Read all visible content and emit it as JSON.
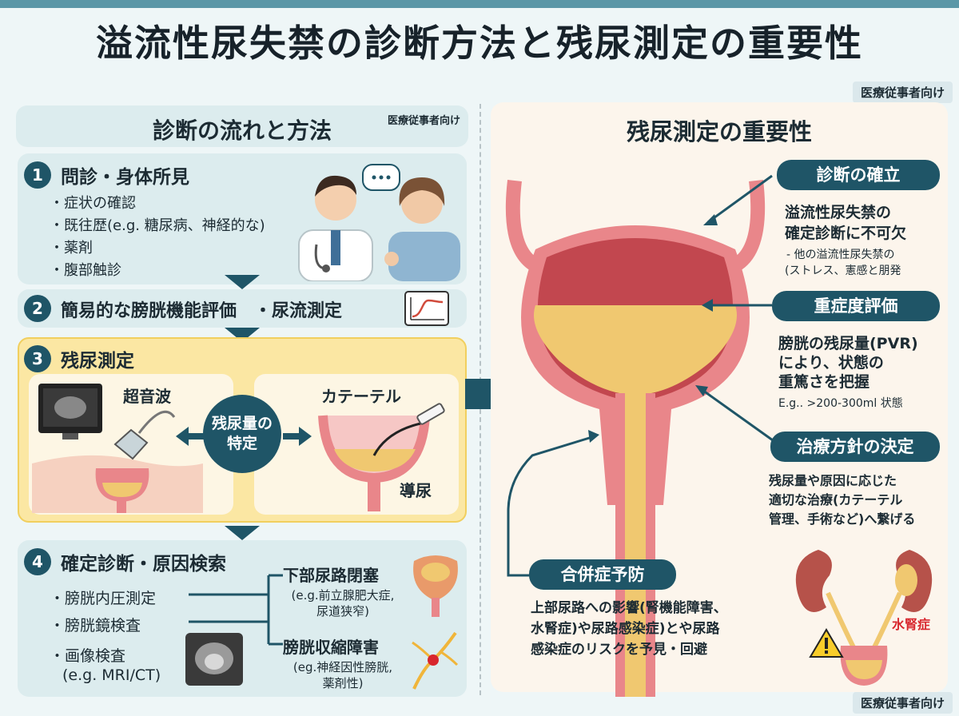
{
  "title": "溢流性尿失禁の診断方法と残尿測定の重要性",
  "audience_tag": "医療従事者向け",
  "left": {
    "heading": "診断の流れと方法",
    "heading_tag": "医療従事者向け",
    "steps": [
      {
        "num": "1",
        "title": "問診・身体所見",
        "bullets": [
          "・症状の確認",
          "・既往歴(e.g. 糖尿病、神経的な)",
          "・薬剤",
          "・腹部触診"
        ]
      },
      {
        "num": "2",
        "title": "簡易的な膀胱機能評価　・尿流測定"
      },
      {
        "num": "3",
        "title": "残尿測定",
        "ultrasound": "超音波",
        "catheter": "カテーテル",
        "center": [
          "残尿量の",
          "特定"
        ],
        "catheter_label": "導尿"
      },
      {
        "num": "4",
        "title": "確定診断・原因検索",
        "bullets": [
          "・膀胱内圧測定",
          "・膀胱鏡検査",
          "・画像検査",
          "(e.g. MRI/CT)"
        ],
        "causes": [
          {
            "title": "下部尿路閉塞",
            "detail": [
              "(e.g.前立腺肥大症,",
              "尿道狭窄)"
            ]
          },
          {
            "title": "膀胱収縮障害",
            "detail": [
              "(eg.神経因性膀胱,",
              "薬剤性)"
            ]
          }
        ]
      }
    ]
  },
  "right": {
    "heading": "残尿測定の重要性",
    "points": [
      {
        "label": "診断の確立",
        "text": [
          "溢流性尿失禁の",
          "確定診断に不可欠"
        ],
        "note": [
          "- 他の溢流性尿失禁の",
          "(ストレス、憲感と朋発"
        ]
      },
      {
        "label": "重症度評価",
        "text": [
          "膀胱の残尿量(PVR)",
          "により、状態の",
          "重篤さを把握"
        ],
        "note": [
          "E.g.. >200-300ml 状態"
        ]
      },
      {
        "label": "治療方針の決定",
        "text": [
          "残尿量や原因に応じた",
          "適切な治療(カテーテル",
          "管理、手術など)へ繋げる"
        ]
      },
      {
        "label": "合併症予防",
        "text": [
          "上部尿路への影響(腎機能障害、",
          "水腎症)や尿路感染症)とや尿路",
          "感染症のリスクを予見・回避"
        ]
      }
    ],
    "kidney_label": "水腎症"
  },
  "colors": {
    "navy": "#1f5567",
    "bladder": "#e9868a",
    "urine": "#f0c870",
    "highlight": "#fbe7a3"
  }
}
